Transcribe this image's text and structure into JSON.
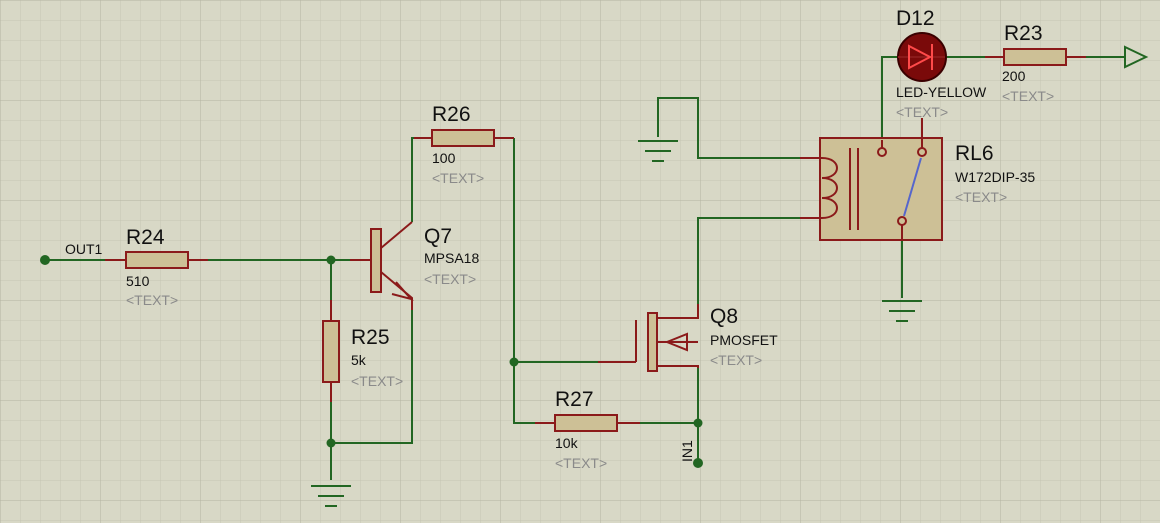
{
  "colors": {
    "background": "#d8d8c6",
    "grid_minor": "#c8c8b6",
    "grid_major": "#b8b8a6",
    "wire": "#226622",
    "component_pin": "#8b1a1a",
    "component_body": "#cdc096",
    "led_fill": "#7a0a0a"
  },
  "placeholder_text": "<TEXT>",
  "terminals": {
    "out1": "OUT1",
    "in1": "IN1"
  },
  "components": {
    "r24": {
      "ref": "R24",
      "value": "510"
    },
    "r25": {
      "ref": "R25",
      "value": "5k"
    },
    "r26": {
      "ref": "R26",
      "value": "100"
    },
    "r27": {
      "ref": "R27",
      "value": "10k"
    },
    "r23": {
      "ref": "R23",
      "value": "200"
    },
    "q7": {
      "ref": "Q7",
      "value": "MPSA18"
    },
    "q8": {
      "ref": "Q8",
      "value": "PMOSFET"
    },
    "d12": {
      "ref": "D12",
      "value": "LED-YELLOW"
    },
    "rl6": {
      "ref": "RL6",
      "value": "W172DIP-35"
    }
  }
}
